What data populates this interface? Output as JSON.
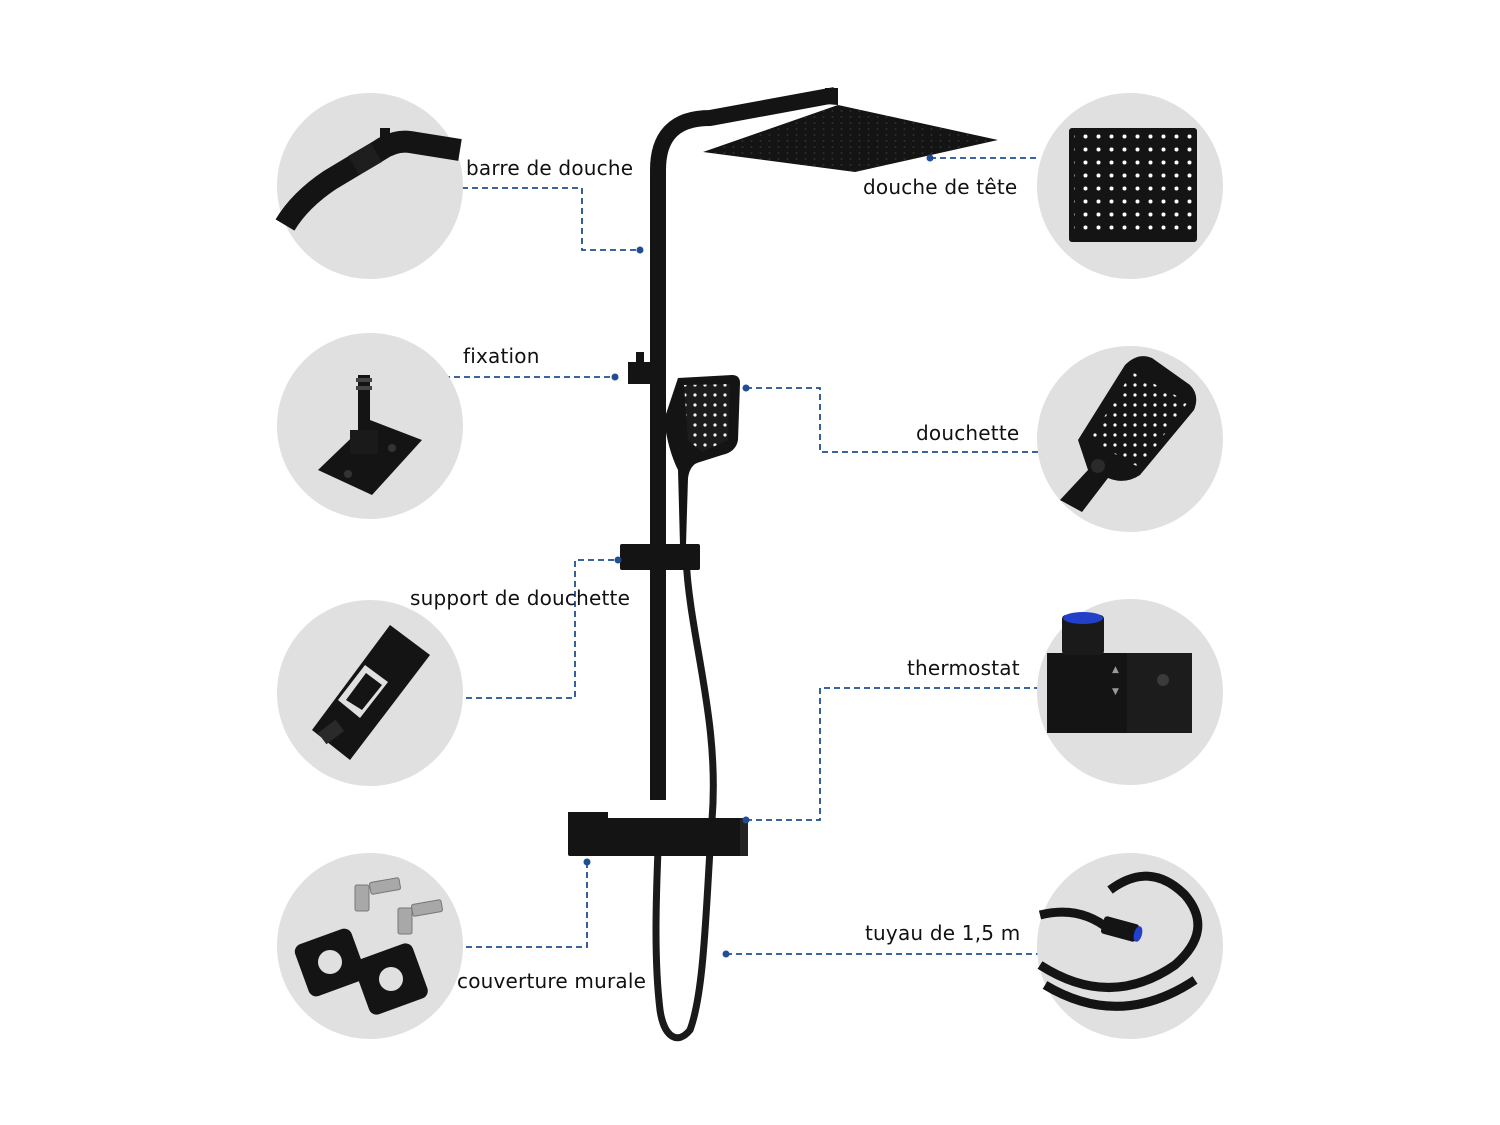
{
  "labels": {
    "barre": "barre de douche",
    "tete": "douche de tête",
    "fixation": "fixation",
    "douchette": "douchette",
    "support": "support de douchette",
    "thermostat": "thermostat",
    "couverture": "couverture murale",
    "tuyau": "tuyau de 1,5 m"
  },
  "colors": {
    "product": "#141414",
    "leader": "#1f4e93",
    "circle": "#e0e0e0",
    "accent_blue": "#2340c8"
  },
  "icons": [
    "shower-bar-detail-icon",
    "wall-fixation-detail-icon",
    "handshower-holder-detail-icon",
    "wall-cover-detail-icon",
    "head-shower-detail-icon",
    "handshower-detail-icon",
    "thermostat-detail-icon",
    "hose-detail-icon"
  ]
}
